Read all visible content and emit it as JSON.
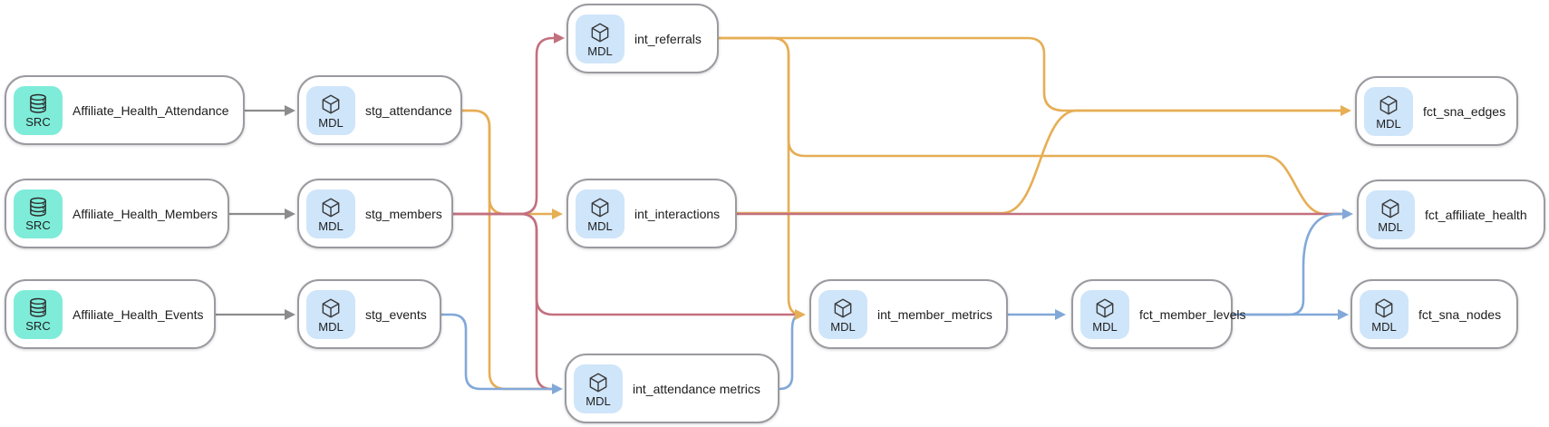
{
  "colors": {
    "edge_yellow": "#e6ae55",
    "edge_red": "#c2707e",
    "edge_blue": "#82a8d9",
    "edge_gray": "#8c8c8c",
    "src_badge_bg": "#7fecd9",
    "mdl_badge_bg": "#cfe5fa",
    "node_border": "#9a9aa0"
  },
  "nodes": [
    {
      "label": "Affiliate_Health_Attendance",
      "badge": "SRC",
      "icon": "database-icon"
    },
    {
      "label": "Affiliate_Health_Members",
      "badge": "SRC",
      "icon": "database-icon"
    },
    {
      "label": "Affiliate_Health_Events",
      "badge": "SRC",
      "icon": "database-icon"
    },
    {
      "label": "stg_attendance",
      "badge": "MDL",
      "icon": "cube-icon"
    },
    {
      "label": "stg_members",
      "badge": "MDL",
      "icon": "cube-icon"
    },
    {
      "label": "stg_events",
      "badge": "MDL",
      "icon": "cube-icon"
    },
    {
      "label": "int_referrals",
      "badge": "MDL",
      "icon": "cube-icon"
    },
    {
      "label": "int_interactions",
      "badge": "MDL",
      "icon": "cube-icon"
    },
    {
      "label": "int_attendance metrics",
      "badge": "MDL",
      "icon": "cube-icon"
    },
    {
      "label": "int_member_metrics",
      "badge": "MDL",
      "icon": "cube-icon"
    },
    {
      "label": "fct_member_levels",
      "badge": "MDL",
      "icon": "cube-icon"
    },
    {
      "label": "fct_sna_edges",
      "badge": "MDL",
      "icon": "cube-icon"
    },
    {
      "label": "fct_affiliate_health",
      "badge": "MDL",
      "icon": "cube-icon"
    },
    {
      "label": "fct_sna_nodes",
      "badge": "MDL",
      "icon": "cube-icon"
    }
  ],
  "edges": [
    {
      "from": "Affiliate_Health_Attendance",
      "to": "stg_attendance",
      "color": "gray"
    },
    {
      "from": "Affiliate_Health_Members",
      "to": "stg_members",
      "color": "gray"
    },
    {
      "from": "Affiliate_Health_Events",
      "to": "stg_events",
      "color": "gray"
    },
    {
      "from": "stg_attendance",
      "to": "int_interactions",
      "color": "yellow"
    },
    {
      "from": "stg_attendance",
      "to": "int_attendance metrics",
      "color": "yellow"
    },
    {
      "from": "stg_members",
      "to": "int_referrals",
      "color": "red"
    },
    {
      "from": "stg_members",
      "to": "int_member_metrics",
      "color": "red"
    },
    {
      "from": "stg_members",
      "to": "int_attendance metrics",
      "color": "red"
    },
    {
      "from": "stg_events",
      "to": "int_attendance metrics",
      "color": "blue"
    },
    {
      "from": "int_referrals",
      "to": "fct_sna_edges",
      "color": "yellow"
    },
    {
      "from": "int_referrals",
      "to": "fct_affiliate_health",
      "color": "yellow"
    },
    {
      "from": "int_referrals",
      "to": "int_member_metrics",
      "color": "yellow"
    },
    {
      "from": "int_interactions",
      "to": "fct_sna_edges",
      "color": "yellow"
    },
    {
      "from": "int_interactions",
      "to": "fct_affiliate_health",
      "color": "red"
    },
    {
      "from": "int_attendance metrics",
      "to": "int_member_metrics",
      "color": "blue"
    },
    {
      "from": "int_member_metrics",
      "to": "fct_member_levels",
      "color": "blue"
    },
    {
      "from": "fct_member_levels",
      "to": "fct_sna_nodes",
      "color": "blue"
    },
    {
      "from": "fct_member_levels",
      "to": "fct_affiliate_health",
      "color": "blue"
    }
  ]
}
